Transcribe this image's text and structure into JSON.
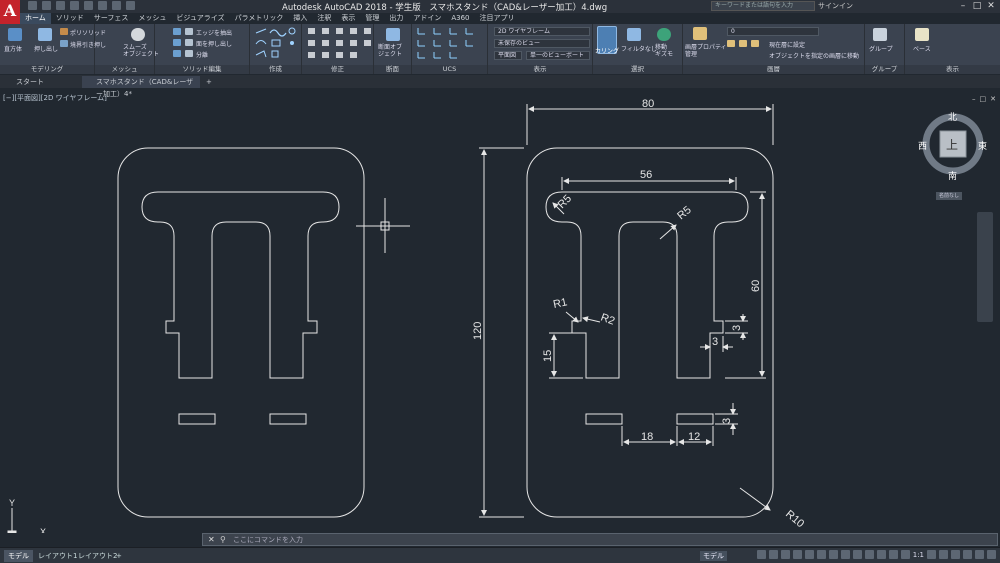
{
  "app": {
    "logo_letter": "A",
    "title": "Autodesk AutoCAD 2018 - 学生版　スマホスタンド（CAD&レーザー加工）4.dwg",
    "search_placeholder": "キーワードまたは語句を入力",
    "signin": "サインイン"
  },
  "ribbon_tabs": [
    "ホーム",
    "ソリッド",
    "サーフェス",
    "メッシュ",
    "ビジュアライズ",
    "パラメトリック",
    "挿入",
    "注釈",
    "表示",
    "管理",
    "出力",
    "アドイン",
    "A360",
    "注目アプリ"
  ],
  "ribbon": {
    "modeling": {
      "label": "モデリング",
      "box": "直方体",
      "extrude": "押し出し",
      "polysolid": "ポリソリッド",
      "presspull": "境界引き押し"
    },
    "mesh": {
      "label": "メッシュ",
      "smooth": "スムーズ\nオブジェクト"
    },
    "solid_edit": {
      "label": "ソリッド編集",
      "extract_edges": "エッジを抽出",
      "extrude_faces": "面を押し出し",
      "separate": "分離"
    },
    "draw": {
      "label": "作成"
    },
    "modify": {
      "label": "修正"
    },
    "section": {
      "label": "断面",
      "section_plane": "断面オブ\nジェクト"
    },
    "ucs": {
      "label": "UCS"
    },
    "view": {
      "label": "表示",
      "visual_style": "2D ワイヤフレーム",
      "saved_view": "未保存のビュー",
      "plane": "平面図",
      "viewport": "単一のビューポート"
    },
    "selection": {
      "label": "選択",
      "culling": "カリング",
      "filter": "フィルタなし",
      "gizmo": "移動\nギズモ"
    },
    "layers": {
      "label": "画層",
      "layer_props": "画層プロパティ\n管理",
      "current_layer": "0",
      "set_current": "現在層に設定",
      "match_layer": "オブジェクトを指定の画層に移動"
    },
    "groups": {
      "label": "グループ",
      "group": "グループ"
    },
    "views_panel": {
      "label": "表示",
      "base": "ベース"
    }
  },
  "file_tabs": [
    {
      "label": "スタート"
    },
    {
      "label": "スマホスタンド（CAD&レーザー加工）4*"
    }
  ],
  "viewport": {
    "label": "[−][平面図][2D ワイヤフレーム]",
    "viewcube": {
      "north": "北",
      "south": "南",
      "east": "東",
      "west": "西",
      "face": "上",
      "wcs": "名前なし"
    }
  },
  "dimensions": {
    "width_total": "80",
    "height_total": "120",
    "top_bar_width": "56",
    "radius_r5_left": "R5",
    "radius_r5_right": "R5",
    "height_60": "60",
    "radius_r1": "R1",
    "radius_r2": "R2",
    "notch_3_vertical": "3",
    "notch_3_horizontal": "3",
    "leg_15": "15",
    "slot_18": "18",
    "slot_12": "12",
    "slot_3": "3",
    "corner_r10": "R10"
  },
  "ucs_icon": {
    "x": "X",
    "y": "Y"
  },
  "command_line": {
    "close": "✕",
    "prompt": "ここにコマンドを入力"
  },
  "status": {
    "tabs": [
      "モデル",
      "レイアウト1",
      "レイアウト2"
    ],
    "add_tab": "+",
    "model_button": "モデル",
    "scale": "1:1"
  },
  "colors": {
    "background": "#212830",
    "line": "#e6e6e6",
    "accent": "#c4232b"
  }
}
